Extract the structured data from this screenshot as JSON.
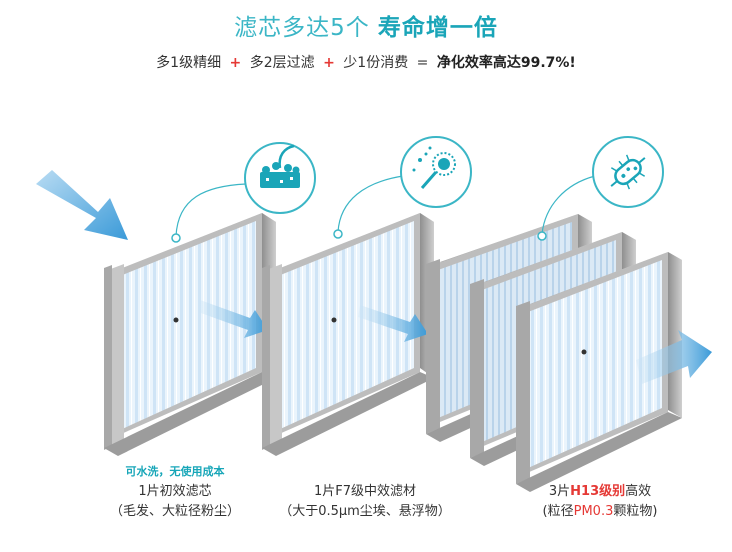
{
  "header": {
    "title_part1": "滤芯多达5个",
    "title_part2": "寿命增一倍"
  },
  "formula": {
    "item1": "多1级精细",
    "plus1": "+",
    "item2": "多2层过滤",
    "plus2": "+",
    "item3": "少1份消费",
    "equals": "=",
    "result": "净化效率高达99.7%!"
  },
  "filters": [
    {
      "note": "可水洗，无使用成本",
      "line1": "1片初效滤芯",
      "line2": "（毛发、大粒径粉尘）",
      "icon": "hair-follicle-icon"
    },
    {
      "line1": "1片F7级中效滤材",
      "line2": "（大于0.5μm尘埃、悬浮物）",
      "icon": "dust-brush-icon"
    },
    {
      "line1_a": "3片",
      "line1_b": "H13级别",
      "line1_c": "高效",
      "line2_a": "(粒径",
      "line2_b": "PM0.3",
      "line2_c": "颗粒物)",
      "icon": "bacteria-icon"
    }
  ],
  "colors": {
    "accent": "#1aa5b8",
    "arrow": "#3aa0dc",
    "highlight": "#e53935"
  }
}
